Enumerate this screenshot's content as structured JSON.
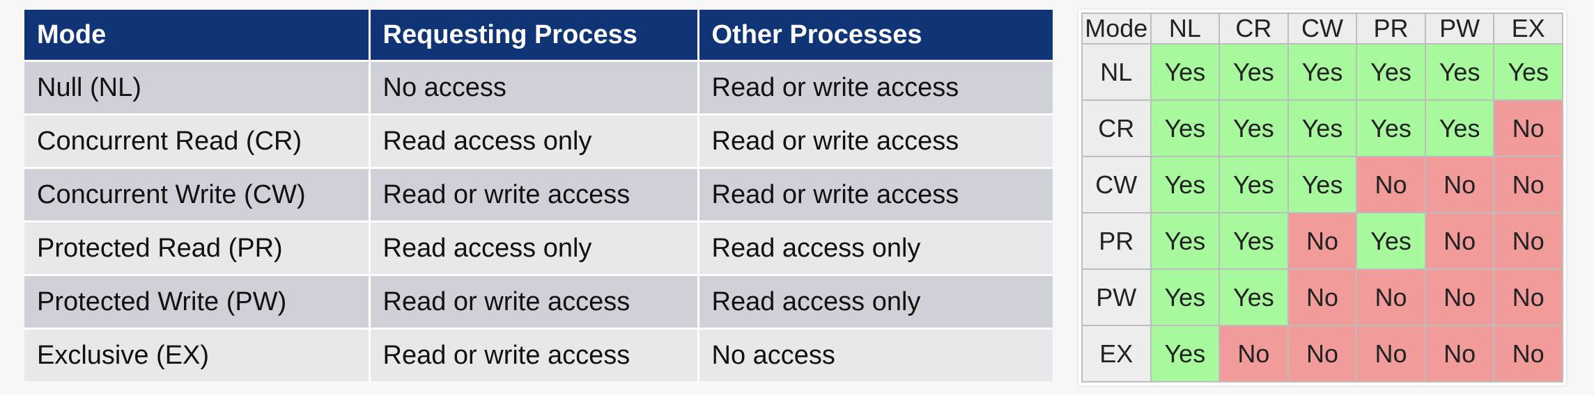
{
  "modes_table": {
    "headers": [
      "Mode",
      "Requesting Process",
      "Other Processes"
    ],
    "rows": [
      [
        "Null (NL)",
        "No access",
        "Read or write access"
      ],
      [
        "Concurrent Read (CR)",
        "Read access only",
        "Read or write access"
      ],
      [
        "Concurrent Write (CW)",
        "Read or write access",
        "Read or write access"
      ],
      [
        "Protected Read (PR)",
        "Read access only",
        "Read access only"
      ],
      [
        "Protected Write (PW)",
        "Read or write access",
        "Read access only"
      ],
      [
        "Exclusive (EX)",
        "Read or write access",
        "No access"
      ]
    ],
    "header_color": "#0f3577"
  },
  "compatibility_matrix": {
    "corner_label": "Mode",
    "columns": [
      "NL",
      "CR",
      "CW",
      "PR",
      "PW",
      "EX"
    ],
    "rows": [
      {
        "mode": "NL",
        "cells": [
          "Yes",
          "Yes",
          "Yes",
          "Yes",
          "Yes",
          "Yes"
        ]
      },
      {
        "mode": "CR",
        "cells": [
          "Yes",
          "Yes",
          "Yes",
          "Yes",
          "Yes",
          "No"
        ]
      },
      {
        "mode": "CW",
        "cells": [
          "Yes",
          "Yes",
          "Yes",
          "No",
          "No",
          "No"
        ]
      },
      {
        "mode": "PR",
        "cells": [
          "Yes",
          "Yes",
          "No",
          "Yes",
          "No",
          "No"
        ]
      },
      {
        "mode": "PW",
        "cells": [
          "Yes",
          "Yes",
          "No",
          "No",
          "No",
          "No"
        ]
      },
      {
        "mode": "EX",
        "cells": [
          "Yes",
          "No",
          "No",
          "No",
          "No",
          "No"
        ]
      }
    ],
    "yes_color": "#a8f89e",
    "no_color": "#f19c9a"
  }
}
